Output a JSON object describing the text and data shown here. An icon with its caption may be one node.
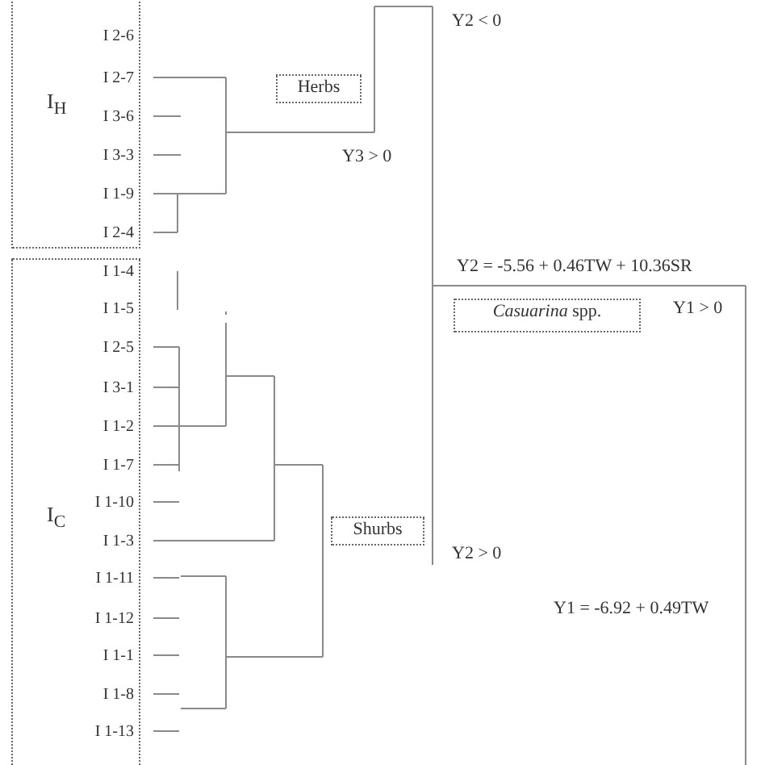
{
  "diagram": {
    "nodes": [
      {
        "text": [
          "I$_{H}$"
        ]
      },
      {
        "text": [
          "I 2-6"
        ],
        "in": 0
      },
      {
        "text": [
          "I 2-7"
        ],
        "in": 0
      },
      {
        "text": [
          "I 3-6"
        ],
        "in": 0
      },
      {
        "text": [
          "I 3-3"
        ],
        "in": 0
      },
      {
        "text": [
          "I 1-9"
        ],
        "in": 0
      },
      {
        "text": [
          "I 2-4"
        ],
        "in": 0
      },
      {
        "text": [
          "I$_{C}$"
        ]
      },
      {
        "text": [
          "I 1-4"
        ],
        "in": 7
      },
      {
        "text": [
          "I 1-5"
        ],
        "in": 7
      },
      {
        "text": [
          "I 2-5"
        ],
        "in": 7
      },
      {
        "text": [
          "I 3-1"
        ],
        "in": 7
      },
      {
        "text": [
          "I 1-2"
        ],
        "in": 7
      },
      {
        "text": [
          "I 1-7"
        ],
        "in": 7
      },
      {
        "text": [
          "I 1-10"
        ],
        "in": 7
      },
      {
        "text": [
          "I 1-3"
        ],
        "in": 7
      },
      {
        "text": [
          "I 1-11"
        ],
        "in": 7
      },
      {
        "text": [
          "I 1-12"
        ],
        "in": 7
      },
      {
        "text": [
          "I 1-1"
        ],
        "in": 7
      },
      {
        "text": [
          "I 1-8"
        ],
        "in": 7
      },
      {
        "text": [
          "I 1-13"
        ],
        "in": 7
      },
      {
        "text": [
          "Herbs"
        ]
      },
      {
        "text": [
          "*Casuarina* spp."
        ]
      },
      {
        "text": [
          "Shurbs"
        ]
      }
    ],
    "labels": [
      "Y2 < 0",
      "Y3 > 0",
      "Y2 = -5.56 + 0.46TW + 10.36SR",
      "Y1 > 0",
      "Y2 > 0",
      "Y1 = -6.92 + 0.49TW"
    ]
  }
}
